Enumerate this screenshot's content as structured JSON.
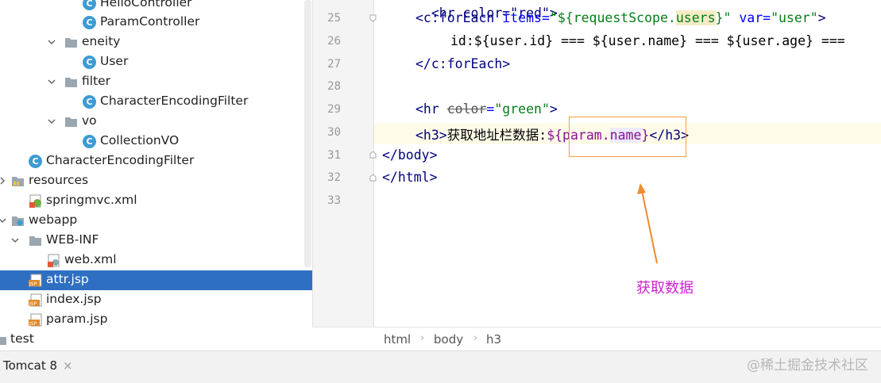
{
  "tree": {
    "items": [
      {
        "label": "HelloController"
      },
      {
        "label": "ParamController"
      },
      {
        "label": "eneity"
      },
      {
        "label": "User"
      },
      {
        "label": "filter"
      },
      {
        "label": "CharacterEncodingFilter"
      },
      {
        "label": "vo"
      },
      {
        "label": "CollectionVO"
      },
      {
        "label": "CharacterEncodingFilter"
      },
      {
        "label": "resources"
      },
      {
        "label": "springmvc.xml"
      },
      {
        "label": "webapp"
      },
      {
        "label": "WEB-INF"
      },
      {
        "label": "web.xml"
      },
      {
        "label": "attr.jsp"
      },
      {
        "label": "index.jsp"
      },
      {
        "label": "param.jsp"
      },
      {
        "label": "test"
      }
    ]
  },
  "editor": {
    "lines": [
      "25",
      "26",
      "27",
      "28",
      "29",
      "30",
      "31",
      "32",
      "33"
    ],
    "code": {
      "l24_fragment": "<hr color=\"red\">",
      "l25_open": "<c:forEach ",
      "l25_items_attr": "items=",
      "l25_items_val_a": "\"${requestScope.",
      "l25_items_val_b": "users",
      "l25_items_val_c": "}\"",
      "l25_var_attr": " var=",
      "l25_var_val": "\"user\"",
      "l25_close": ">",
      "l26": "id:${user.id} === ${user.name} === ${user.age} ===",
      "l27": "</c:forEach>",
      "l29_open": "<hr ",
      "l29_attr": "color",
      "l29_eq": "=",
      "l29_val": "\"green\"",
      "l29_close": ">",
      "l30_a": "<h3>",
      "l30_b": "获取地址栏数据:",
      "l30_c": "${param.",
      "l30_d": "name",
      "l30_e": "}",
      "l30_f": "</h3>",
      "l31": "</body>",
      "l32": "</html>"
    }
  },
  "annotation": "获取数据",
  "breadcrumb": [
    "html",
    "body",
    "h3"
  ],
  "bottom": {
    "run_tab": "Tomcat 8",
    "close": "×",
    "watermark": "@稀土掘金技术社区"
  },
  "colors": {
    "selection": "#2f6fc2",
    "annotation": "#d020d0",
    "box": "#f0a040",
    "class_icon": "#3d9bd4"
  }
}
